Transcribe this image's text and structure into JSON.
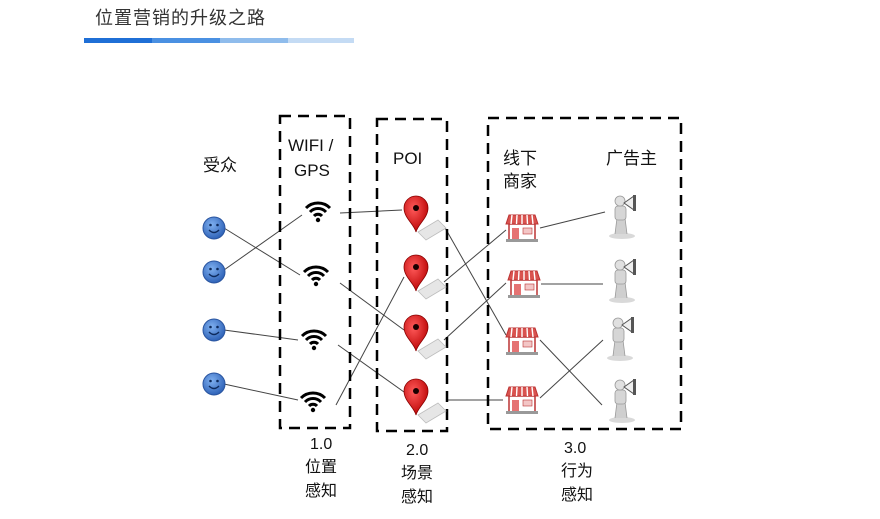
{
  "header": {
    "title": "位置营销的升级之路",
    "bar_colors": [
      "#1f6fd6",
      "#4a90e2",
      "#8fbcec",
      "#c4dbf4"
    ]
  },
  "diagram": {
    "col_audience": "受众",
    "col_wifi_line1": "WIFI /",
    "col_wifi_line2": "GPS",
    "col_poi": "POI",
    "col_store_line1": "线下",
    "col_store_line2": "商家",
    "col_advertiser": "广告主",
    "stage1_num": "1.0",
    "stage1_line1": "位置",
    "stage1_line2": "感知",
    "stage2_num": "2.0",
    "stage2_line1": "场景",
    "stage2_line2": "感知",
    "stage3_num": "3.0",
    "stage3_line1": "行为",
    "stage3_line2": "感知"
  }
}
